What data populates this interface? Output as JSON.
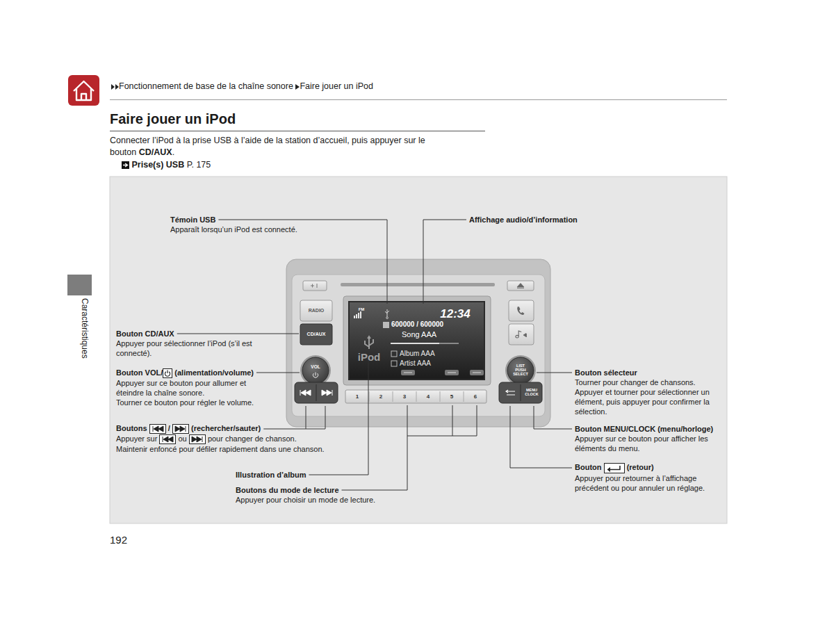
{
  "diagram": {
    "title": "Faire jouer un iPod",
    "labels": [
      "Fonctionnement de base de la chaîne sonore",
      "Faire jouer un iPod",
      "Connecter l’iPod à la prise USB à l’aide de la station d’accueil, puis appuyer sur le bouton",
      "CD/AUX",
      ".",
      "Prise(s) USB",
      "P. 175",
      "Témoin USB",
      "Apparaît lorsqu’un iPod est connecté.",
      "Affichage audio/d’information",
      "Bouton CD/AUX",
      "Appuyer pour sélectionner l’iPod (s’il est connecté).",
      "Bouton VOL/",
      "(alimentation/volume)",
      "Appuyer sur ce bouton pour allumer et éteindre la chaîne sonore.",
      "Tourner ce bouton pour régler le volume.",
      "Boutons",
      "/",
      "(rechercher/sauter)",
      "Appuyer sur",
      "ou",
      "pour changer de chanson.",
      "Maintenir enfoncé pour défiler rapidement dans une chanson.",
      "Illustration d’album",
      "Boutons du mode de lecture",
      "Appuyer pour choisir un mode de lecture.",
      "Bouton sélecteur",
      "Tourner pour changer de chansons.",
      "Appuyer et tourner pour sélectionner un élément, puis appuyer pour confirmer la sélection.",
      "Bouton MENU/CLOCK (menu/horloge)",
      "Appuyer sur ce bouton pour afficher les éléments du menu.",
      "Bouton",
      "(retour)",
      "Appuyer pour retourner à l’affichage précédent ou pour annuler un réglage.",
      "192",
      "Caractéristiques",
      "RADIO",
      "CD/AUX",
      "VOL",
      "LIST PUSH SELECT",
      "MENU CLOCK",
      "1",
      "2",
      "3",
      "4",
      "5",
      "6",
      "12:34",
      "600000 / 600000",
      "Song AAA",
      "Album AAA",
      "Artist AAA",
      "iPod",
      "FM"
    ]
  }
}
